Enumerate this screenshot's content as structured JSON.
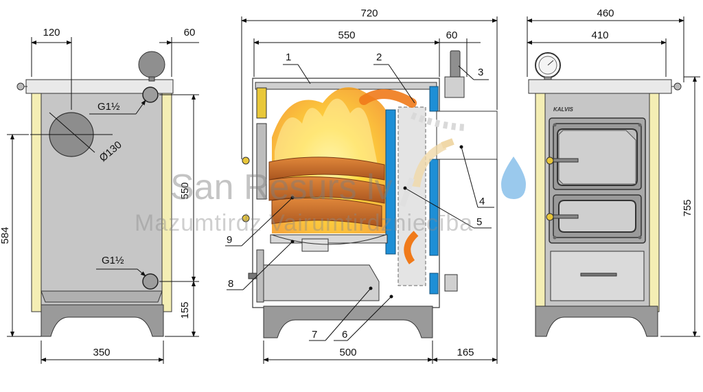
{
  "dimensions": {
    "left_top_offset": "120",
    "left_top_right": "60",
    "left_total_height": "584",
    "left_flue_height": "550",
    "left_base_height": "155",
    "left_width": "350",
    "flue_diameter": "Ø130",
    "pipe_top": "G1½",
    "pipe_bottom": "G1½",
    "center_total_width": "720",
    "center_body_width": "550",
    "center_flue_width": "60",
    "center_base_width": "500",
    "center_flue_depth": "165",
    "right_total_width": "460",
    "right_body_width": "410",
    "right_total_height": "755"
  },
  "callouts": {
    "c1": "1",
    "c2": "2",
    "c3": "3",
    "c4": "4",
    "c5": "5",
    "c6": "6",
    "c7": "7",
    "c8": "8",
    "c9": "9"
  },
  "brand": "KALVIS",
  "watermark": {
    "title": "San Resurs lv",
    "subtitle": "Mazumtirdz Vairumtirdzniecība"
  },
  "colors": {
    "body_grey": "#c6c6c6",
    "side_cream": "#f4eeb4",
    "base_grey": "#9a9a9a",
    "accent_blue": "#1e8fd6",
    "flame_orange": "#f07a1a",
    "flame_yellow": "#ffd21a",
    "wood_brown": "#c06a2a"
  }
}
